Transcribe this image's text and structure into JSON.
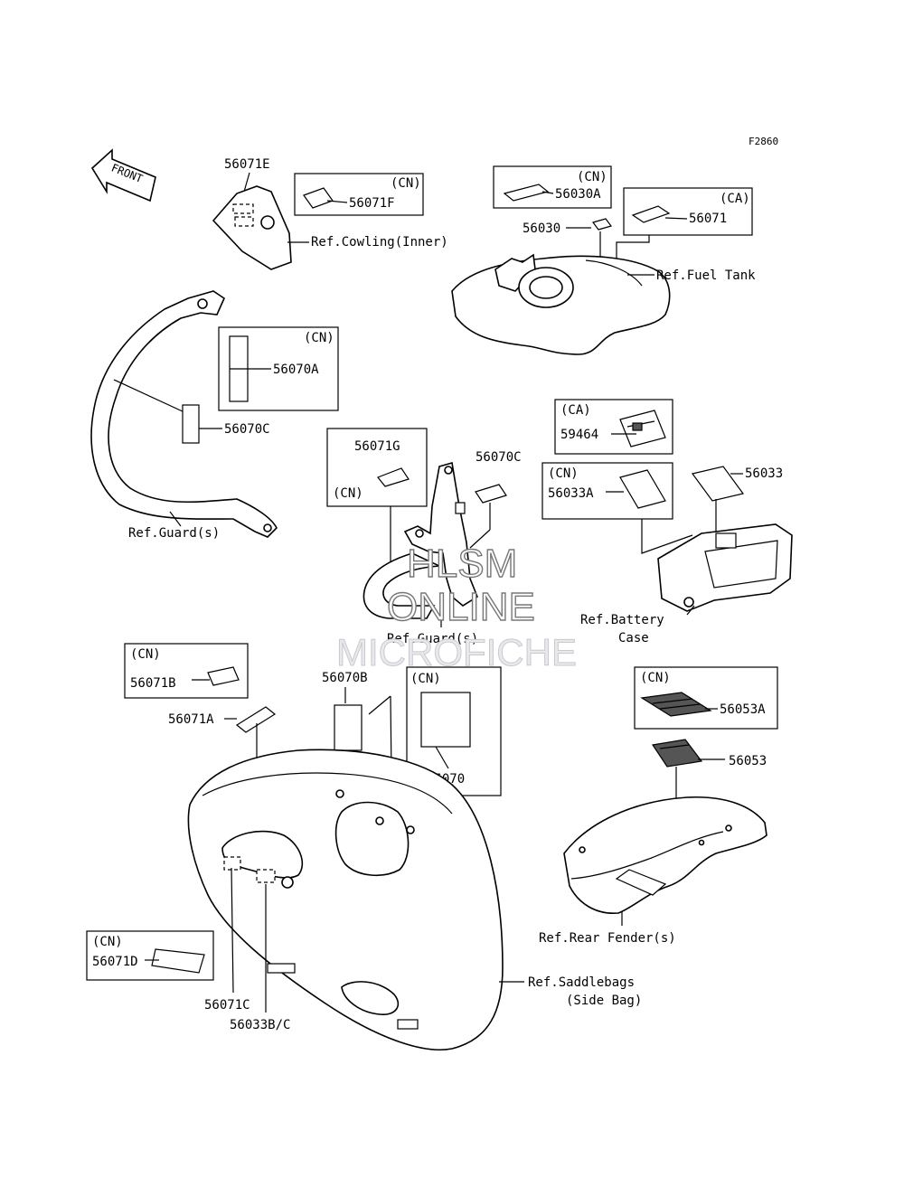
{
  "figure_code": "F2860",
  "front_label": "FRONT",
  "watermark": {
    "line1": "HLSM",
    "line2": "ONLINE",
    "line3": "MICROFICHE"
  },
  "labels": {
    "p56071E": "56071E",
    "p56071F": "56071F",
    "cn_56071F": "(CN)",
    "ref_cowling": "Ref.Cowling(Inner)",
    "cn_56030A": "(CN)",
    "p56030A": "56030A",
    "p56030": "56030",
    "ca_56071": "(CA)",
    "p56071": "56071",
    "ref_fuel_tank": "Ref.Fuel Tank",
    "cn_56070A": "(CN)",
    "p56070A": "56070A",
    "p56070C_left": "56070C",
    "ref_guard_left": "Ref.Guard(s)",
    "p56071G": "56071G",
    "cn_56071G": "(CN)",
    "p56070C_mid": "56070C",
    "ref_guard_mid": "Ref.Guard(s)",
    "ca_59464": "(CA)",
    "p59464": "59464",
    "cn_56033A": "(CN)",
    "p56033A": "56033A",
    "p56033": "56033",
    "ref_battery_1": "Ref.Battery",
    "ref_battery_2": "Case",
    "cn_56071B": "(CN)",
    "p56071B": "56071B",
    "p56071A": "56071A",
    "p56070B": "56070B",
    "cn_56070": "(CN)",
    "p56070": "56070",
    "cn_56053A": "(CN)",
    "p56053A": "56053A",
    "p56053": "56053",
    "ref_rear_fender": "Ref.Rear Fender(s)",
    "cn_56071D": "(CN)",
    "p56071D": "56071D",
    "ref_saddlebags_1": "Ref.Saddlebags",
    "ref_saddlebags_2": "(Side Bag)",
    "p56071C": "56071C",
    "p56033BC": "56033B/C"
  }
}
